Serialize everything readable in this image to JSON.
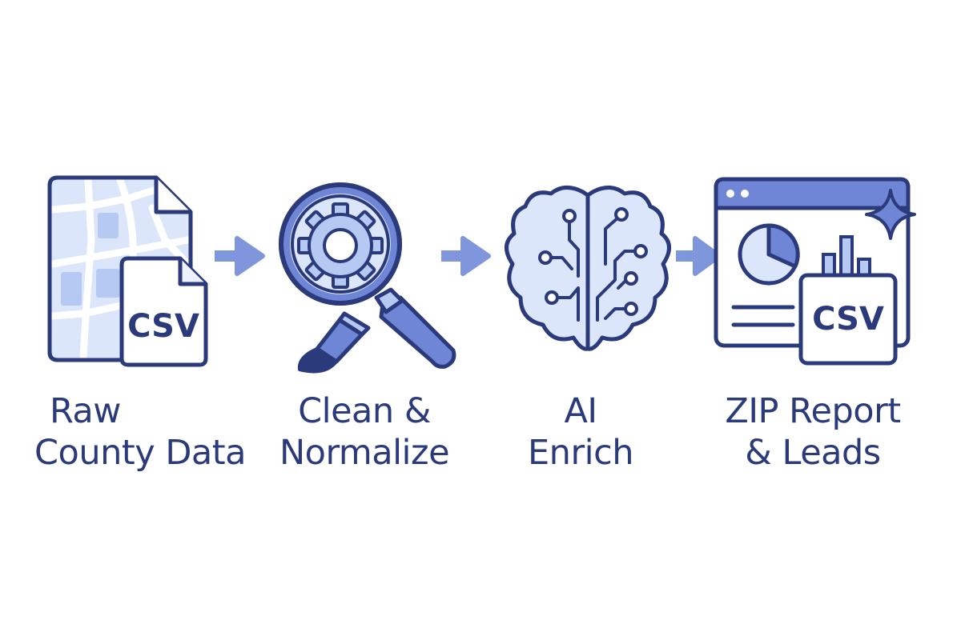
{
  "colors": {
    "outline": "#2b3a7a",
    "fill_light": "#dbe6fb",
    "fill_mid": "#b6c9f2",
    "accent": "#6f86d6",
    "arrow": "#7f96dc",
    "text": "#2b3a7a"
  },
  "steps": [
    {
      "icon": "csv-map-document-icon",
      "badge": "CSV",
      "label_line1": "Raw",
      "label_line2": "County Data"
    },
    {
      "icon": "magnifier-gear-brush-icon",
      "label_line1": "Clean &",
      "label_line2": "Normalize"
    },
    {
      "icon": "ai-brain-circuit-icon",
      "label_line1": "AI",
      "label_line2": "Enrich"
    },
    {
      "icon": "report-window-csv-icon",
      "badge": "CSV",
      "label_line1": "ZIP Report",
      "label_line2": "& Leads"
    }
  ],
  "connectors": [
    "arrow-right-icon",
    "arrow-right-icon",
    "arrow-right-icon"
  ]
}
